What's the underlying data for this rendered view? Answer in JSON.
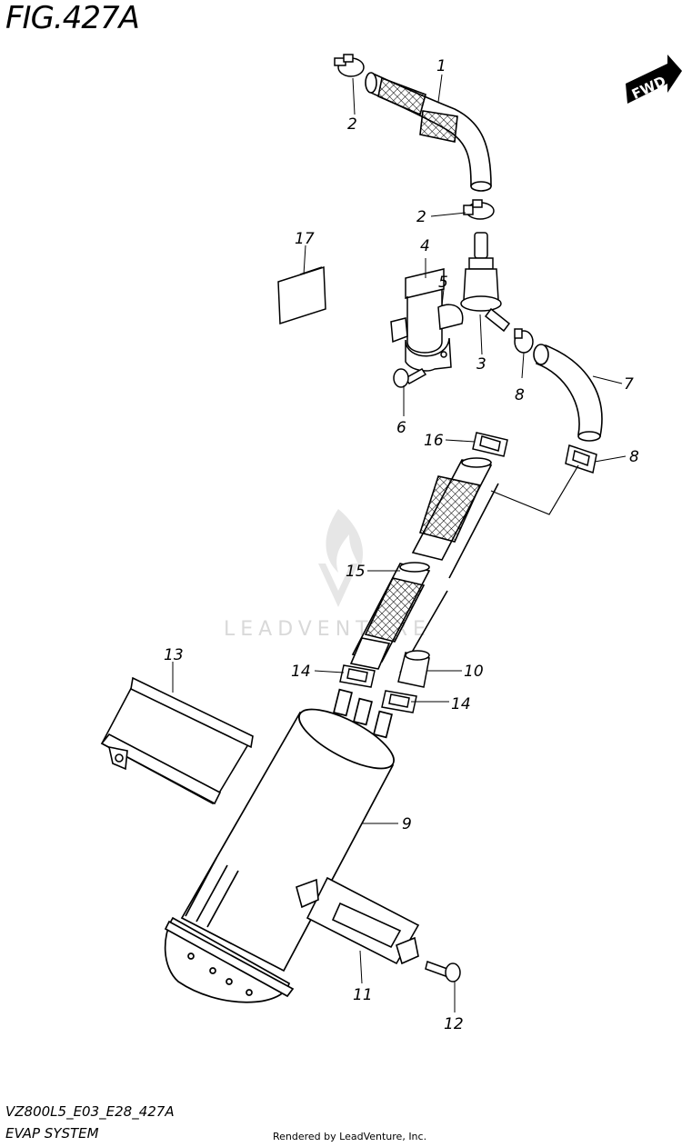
{
  "figure": {
    "title": "FIG.427A",
    "code": "VZ800L5_E03_E28_427A",
    "name": "EVAP SYSTEM",
    "rendered_by": "Rendered by LeadVenture, Inc."
  },
  "watermark": {
    "text": "LEADVENTURE"
  },
  "direction_badge": {
    "text": "FWD"
  },
  "callouts": {
    "c1": "1",
    "c2a": "2",
    "c2b": "2",
    "c3": "3",
    "c4": "4",
    "c5": "5",
    "c6": "6",
    "c7": "7",
    "c8a": "8",
    "c8b": "8",
    "c9": "9",
    "c10": "10",
    "c11": "11",
    "c12": "12",
    "c13": "13",
    "c14a": "14",
    "c14b": "14",
    "c15": "15",
    "c16": "16",
    "c17": "17"
  }
}
